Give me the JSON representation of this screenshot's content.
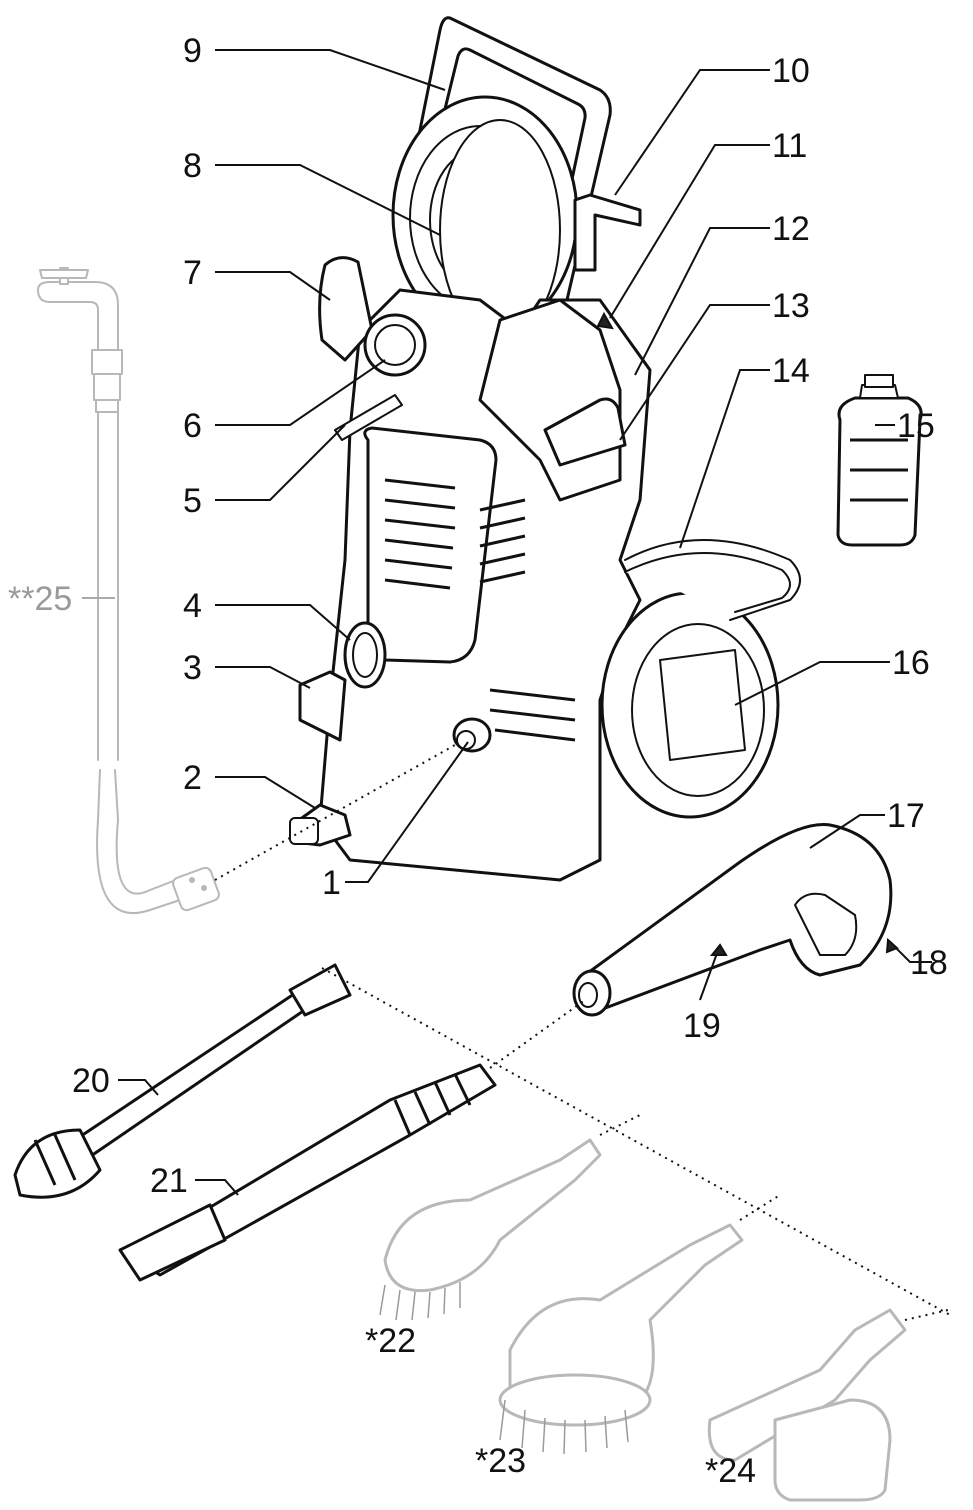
{
  "palette": {
    "line": "#111111",
    "optional": "#9a9a9a",
    "background": "#ffffff"
  },
  "labels": [
    {
      "id": "1",
      "text": "1"
    },
    {
      "id": "2",
      "text": "2"
    },
    {
      "id": "3",
      "text": "3"
    },
    {
      "id": "4",
      "text": "4"
    },
    {
      "id": "5",
      "text": "5"
    },
    {
      "id": "6",
      "text": "6"
    },
    {
      "id": "7",
      "text": "7"
    },
    {
      "id": "8",
      "text": "8"
    },
    {
      "id": "9",
      "text": "9"
    },
    {
      "id": "10",
      "text": "10"
    },
    {
      "id": "11",
      "text": "11"
    },
    {
      "id": "12",
      "text": "12"
    },
    {
      "id": "13",
      "text": "13"
    },
    {
      "id": "14",
      "text": "14"
    },
    {
      "id": "15",
      "text": "15"
    },
    {
      "id": "16",
      "text": "16"
    },
    {
      "id": "17",
      "text": "17"
    },
    {
      "id": "18",
      "text": "18"
    },
    {
      "id": "19",
      "text": "19"
    },
    {
      "id": "20",
      "text": "20"
    },
    {
      "id": "21",
      "text": "21"
    },
    {
      "id": "22",
      "text": "*22"
    },
    {
      "id": "23",
      "text": "*23"
    },
    {
      "id": "24",
      "text": "*24"
    },
    {
      "id": "25",
      "text": "**25"
    }
  ]
}
